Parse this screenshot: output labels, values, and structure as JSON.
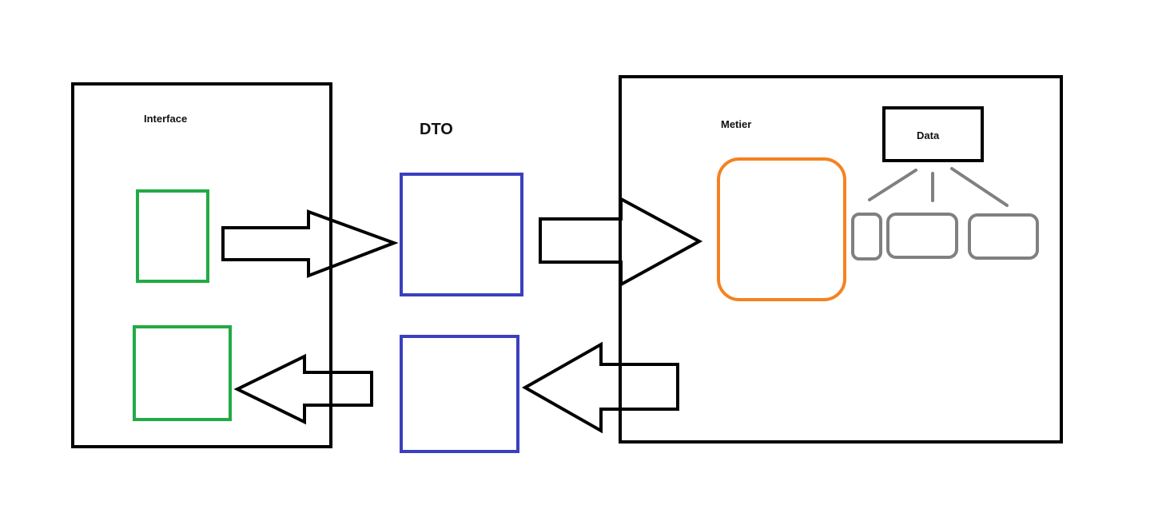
{
  "labels": {
    "interface": "Interface",
    "dto": "DTO",
    "metier": "Metier",
    "data": "Data"
  },
  "colors": {
    "outline": "#000000",
    "interface_boxes": "#22aa44",
    "dto_boxes": "#3b3fbf",
    "metier_box": "#f58220",
    "data_children": "#808080"
  }
}
